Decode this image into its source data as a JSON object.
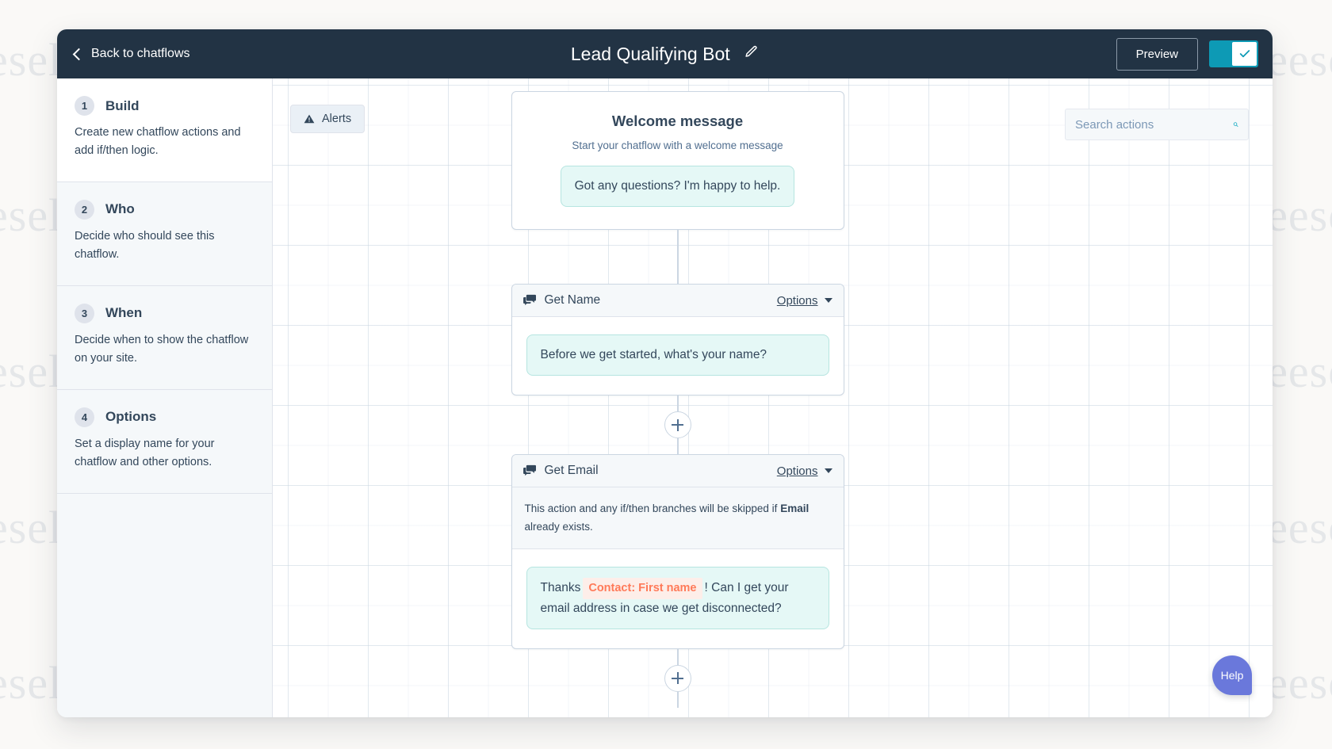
{
  "watermark": {
    "text": "eese",
    "left_text": "esel"
  },
  "topbar": {
    "back_label": "Back to chatflows",
    "title": "Lead Qualifying Bot",
    "edit_icon": "pencil-icon",
    "preview_label": "Preview",
    "toggle_state": "on",
    "toggle_icon": "check-icon",
    "accent_color": "#0d9ab5",
    "background_color": "#223344"
  },
  "sidebar": {
    "steps": [
      {
        "num": "1",
        "title": "Build",
        "desc": "Create new chatflow actions and add if/then logic.",
        "active": true
      },
      {
        "num": "2",
        "title": "Who",
        "desc": "Decide who should see this chatflow.",
        "active": false
      },
      {
        "num": "3",
        "title": "When",
        "desc": "Decide when to show the chatflow on your site.",
        "active": false
      },
      {
        "num": "4",
        "title": "Options",
        "desc": "Set a display name for your chatflow and other options.",
        "active": false
      }
    ]
  },
  "canvas": {
    "alerts_label": "Alerts",
    "alerts_icon": "warning-triangle-icon",
    "search_placeholder": "Search actions",
    "search_value": "",
    "search_icon": "search-icon",
    "help_label": "Help",
    "add_icon": "plus-icon"
  },
  "flow": {
    "welcome": {
      "title": "Welcome message",
      "subtitle": "Start your chatflow with a welcome message",
      "bubble": "Got any questions? I'm happy to help."
    },
    "get_name": {
      "icon": "chat-bubble-icon",
      "title": "Get Name",
      "options_label": "Options",
      "bubble": "Before we get started, what's your name?"
    },
    "get_email": {
      "icon": "chat-bubble-icon",
      "title": "Get Email",
      "options_label": "Options",
      "notice_pre": "This action and any if/then branches will be skipped if ",
      "notice_bold": "Email",
      "notice_post": " already exists.",
      "bubble_pre": "Thanks",
      "bubble_token": "Contact: First name",
      "bubble_post": "! Can I get your email address in case we get disconnected?",
      "token_color": "#ff7a59"
    }
  }
}
